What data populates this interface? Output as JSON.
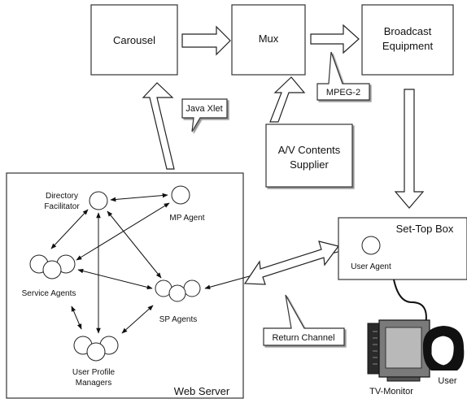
{
  "nodes": {
    "carousel": "Carousel",
    "mux": "Mux",
    "broadcast_line1": "Broadcast",
    "broadcast_line2": "Equipment",
    "av_line1": "A/V Contents",
    "av_line2": "Supplier",
    "web_server": "Web Server",
    "set_top_box": "Set-Top Box",
    "directory_line1": "Directory",
    "directory_line2": "Facilitator",
    "mp_agent": "MP Agent",
    "service_agents": "Service Agents",
    "sp_agents": "SP Agents",
    "upm_line1": "User Profile",
    "upm_line2": "Managers",
    "user_agent": "User Agent",
    "tv_monitor": "TV-Monitor",
    "user": "User"
  },
  "callouts": {
    "java_xlet": "Java Xlet",
    "mpeg2": "MPEG-2",
    "return_channel": "Return Channel"
  }
}
